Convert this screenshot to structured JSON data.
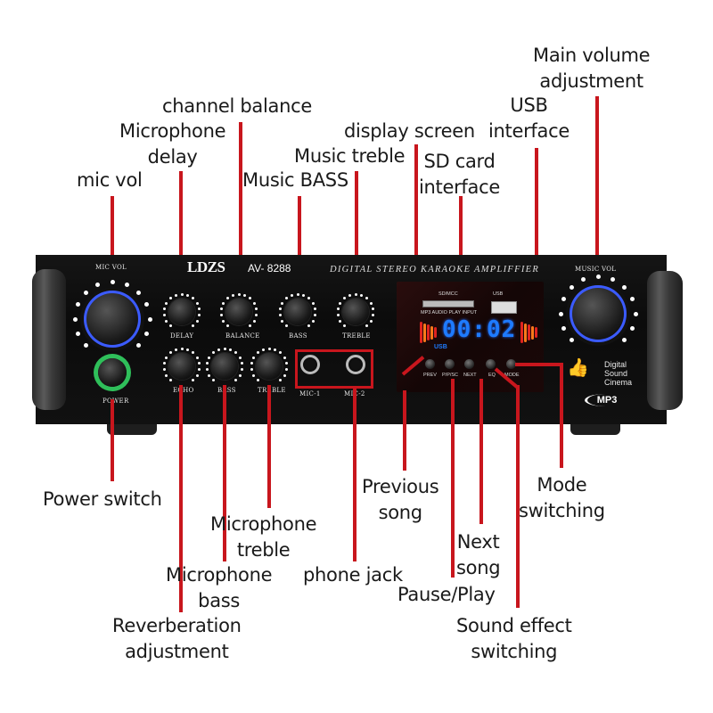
{
  "device": {
    "brand": "LDZS",
    "model": "AV- 8288",
    "tagline": "DIGITAL STEREO KARAOKE AMPLIFFIER",
    "lcd_time": "00:02",
    "lcd_source": "USB",
    "panel_labels": {
      "mic_vol": "MIC VOL",
      "music_vol": "MUSIC VOL",
      "delay": "DELAY",
      "balance": "BALANCE",
      "bass": "BASS",
      "treble": "TREBLE",
      "echo": "ECHO",
      "mic_bass": "BASS",
      "mic_treble": "TREBLE",
      "power": "POWER",
      "mic1": "MIC-1",
      "mic2": "MIC-2",
      "sd_slot": "SD/MCC",
      "mp3_input": "MP3 AUDIO PLAY INPUT",
      "usb_port": "USB",
      "prev": "PREV",
      "pps": "P/P/SC",
      "next": "NEXT",
      "eq": "EQ",
      "mode": "MODE",
      "badge_line1": "Digital",
      "badge_line2": "Sound",
      "badge_line3": "Cinema",
      "mp3_logo": "MP3"
    },
    "colors": {
      "accent_line": "#c8161d",
      "knob_ring": "#3b5bff",
      "power_ring": "#2fbf5a",
      "lcd": "#1e7bff"
    }
  },
  "callouts": {
    "main_volume": [
      "Main volume",
      "adjustment"
    ],
    "usb_interface": [
      "USB",
      "interface"
    ],
    "channel_balance": [
      "channel balance"
    ],
    "display_screen": [
      "display screen"
    ],
    "microphone_delay": [
      "Microphone",
      "delay"
    ],
    "music_treble": [
      "Music treble"
    ],
    "sd_card": [
      "SD card",
      "interface"
    ],
    "mic_vol": [
      "mic vol"
    ],
    "music_bass": [
      "Music BASS"
    ],
    "power_switch": [
      "Power switch"
    ],
    "previous_song": [
      "Previous",
      "song"
    ],
    "mode_switching": [
      "Mode",
      "switching"
    ],
    "microphone_treble": [
      "Microphone",
      "treble"
    ],
    "next_song": [
      "Next",
      "song"
    ],
    "microphone_bass": [
      "Microphone",
      "bass"
    ],
    "phone_jack": [
      "phone jack"
    ],
    "pause_play": [
      "Pause/Play"
    ],
    "reverberation": [
      "Reverberation",
      "adjustment"
    ],
    "sound_effect": [
      "Sound effect",
      "switching"
    ]
  }
}
